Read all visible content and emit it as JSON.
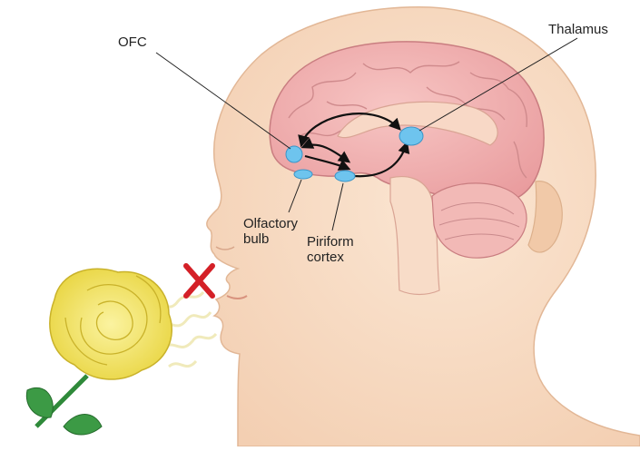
{
  "labels": {
    "ofc": "OFC",
    "thalamus": "Thalamus",
    "olfactory_bulb": [
      "Olfactory",
      "bulb"
    ],
    "piriform_cortex": [
      "Piriform",
      "cortex"
    ]
  },
  "colors": {
    "skin": "#f7dcc4",
    "skin_outline": "#dcb08c",
    "brain": "#f1b2b2",
    "brain_outline": "#c97d80",
    "region_blue": "#6ec4ee",
    "arrow": "#111111",
    "blocked_x": "#d42027",
    "rose_petal": "#f3e86a",
    "rose_stem": "#2f8a3a",
    "scent": "#f0ebb0"
  },
  "icons": {
    "blocked": "red-x-icon",
    "flower": "yellow-rose-icon"
  }
}
